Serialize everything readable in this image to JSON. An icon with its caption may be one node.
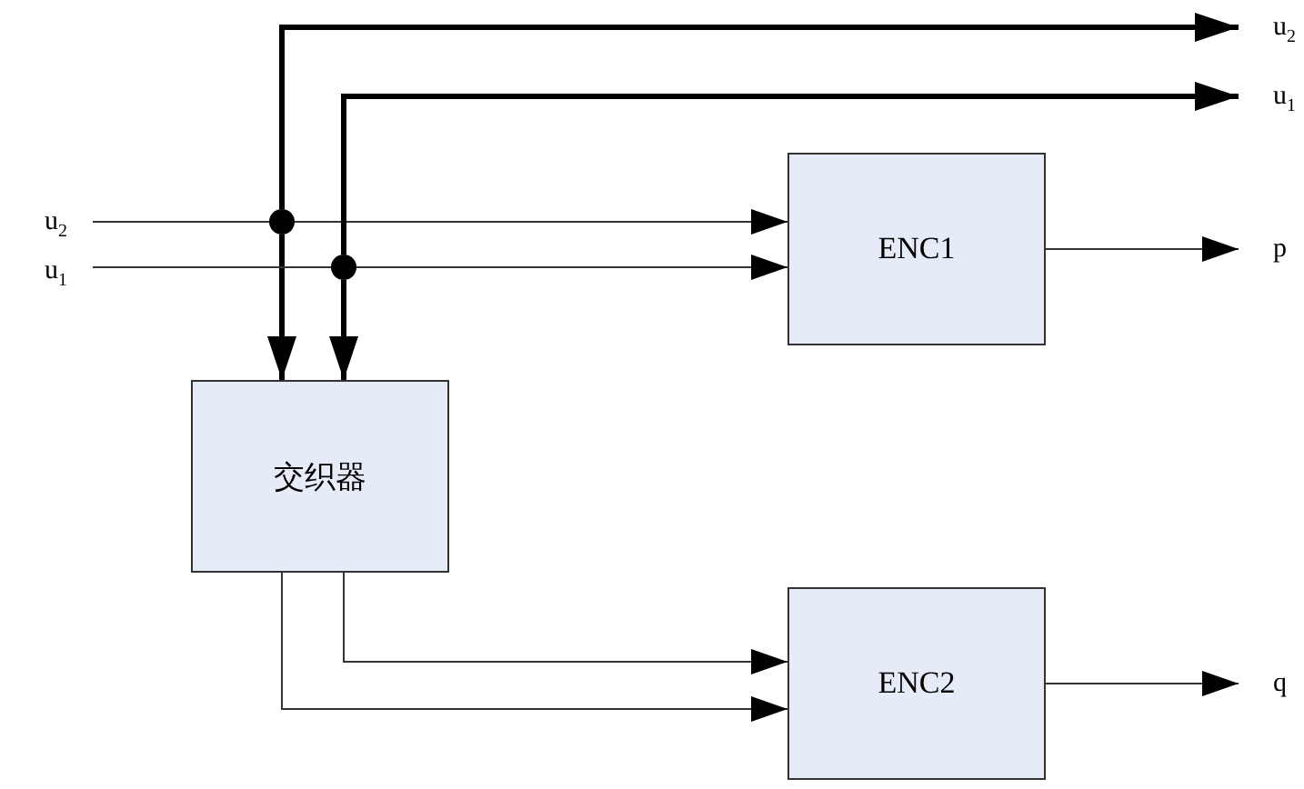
{
  "diagram": {
    "nodes": [
      {
        "text": [
          "u$_{2}$"
        ]
      },
      {
        "text": [
          "u$_{1}$"
        ]
      },
      {
        "text": [
          "ENC1"
        ]
      },
      {
        "text": [
          "交织器"
        ]
      },
      {
        "text": [
          "ENC2"
        ]
      },
      {
        "text": [
          "p"
        ]
      },
      {
        "text": [
          "q"
        ]
      },
      {
        "text": [
          "u$_{2}$"
        ]
      },
      {
        "text": [
          "u$_{1}$"
        ]
      },
      {
        "text": [],
        "shape": "circle"
      },
      {
        "text": [],
        "shape": "circle"
      }
    ],
    "edges": [
      {
        "from": 0,
        "to": 9,
        "arrow": "none"
      },
      {
        "from": 9,
        "to": 2,
        "arrow": "to"
      },
      {
        "from": 9,
        "to": 3,
        "arrow": "to",
        "style": "thick"
      },
      {
        "from": 9,
        "to": 7,
        "arrow": "to",
        "style": "thick"
      },
      {
        "from": 1,
        "to": 10,
        "arrow": "none"
      },
      {
        "from": 10,
        "to": 2,
        "arrow": "to"
      },
      {
        "from": 10,
        "to": 3,
        "arrow": "to",
        "style": "thick"
      },
      {
        "from": 10,
        "to": 8,
        "arrow": "to",
        "style": "thick"
      },
      {
        "from": 2,
        "to": 5,
        "arrow": "to"
      },
      {
        "from": 3,
        "to": 4,
        "arrow": "to"
      },
      {
        "from": 3,
        "to": 4,
        "arrow": "to"
      },
      {
        "from": 4,
        "to": 6,
        "arrow": "to"
      }
    ]
  }
}
